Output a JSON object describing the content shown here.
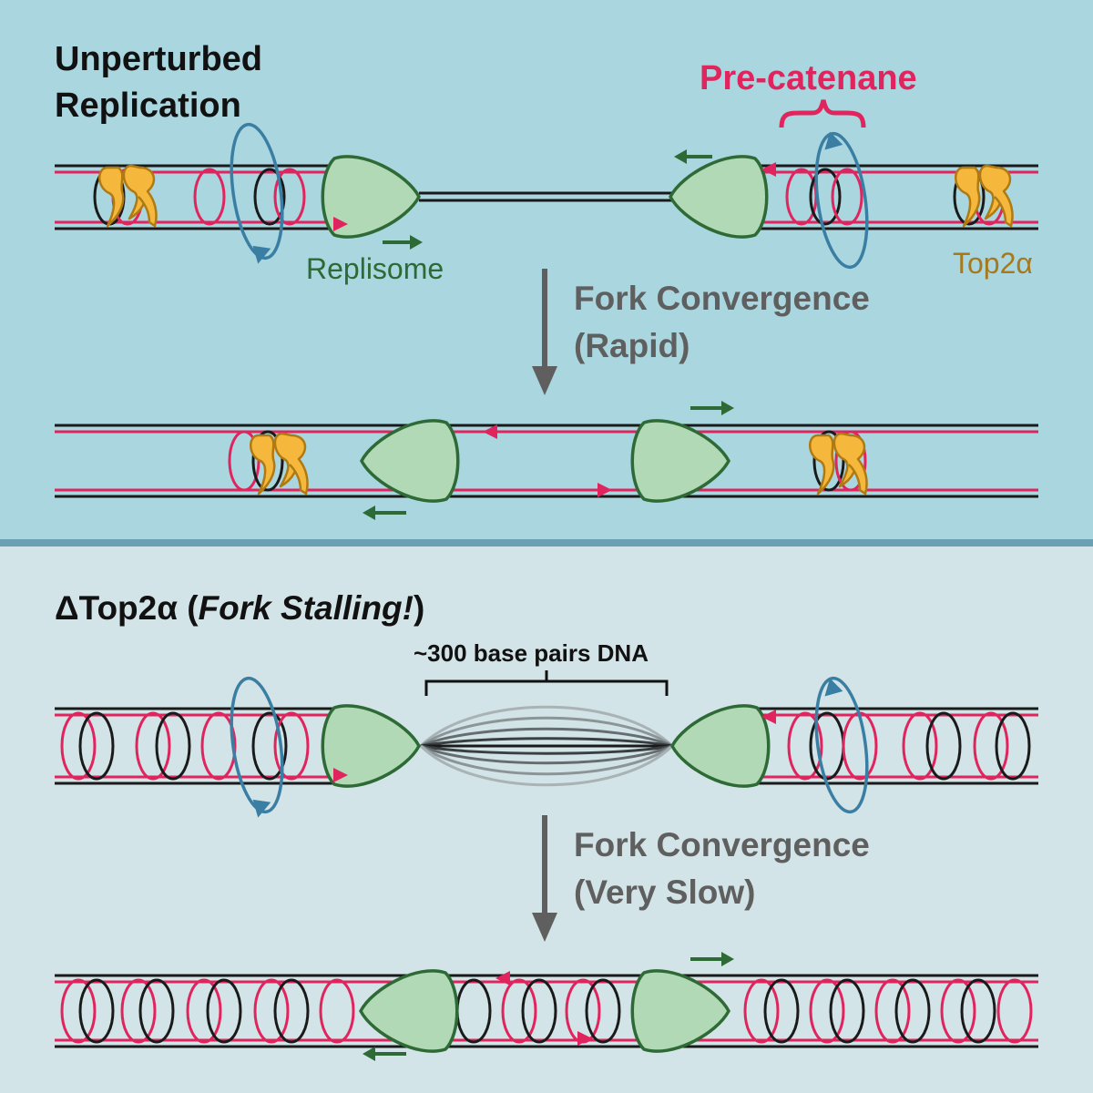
{
  "colors": {
    "top_panel_bg": "#a9d6df",
    "bottom_panel_bg": "#d2e4e7",
    "divider": "#6b9fb3",
    "strand_black": "#1a1a1a",
    "strand_red": "#e0245e",
    "replisome_fill": "#b1d9b6",
    "replisome_stroke": "#2e6a35",
    "green_arrow": "#2e6a35",
    "blue_arrow": "#3a7fa3",
    "top2a_fill": "#f5b83c",
    "top2a_stroke": "#b07a12",
    "gray_text": "#5f5f5f"
  },
  "top": {
    "title_line1": "Unperturbed",
    "title_line2": "Replication",
    "precatenane_label": "Pre-catenane",
    "replisome_label": "Replisome",
    "top2a_label": "Top2α",
    "step_line1": "Fork Convergence",
    "step_line2": "(Rapid)"
  },
  "bottom": {
    "title_prefix": "ΔTop2α (",
    "title_italic": "Fork Stalling!",
    "title_suffix": ")",
    "dna_label": "~300 base pairs DNA",
    "step_line1": "Fork Convergence",
    "step_line2": "(Very Slow)"
  },
  "icons": [
    "replisome",
    "top2a-clamp",
    "rotation-arrow",
    "direction-arrow"
  ]
}
